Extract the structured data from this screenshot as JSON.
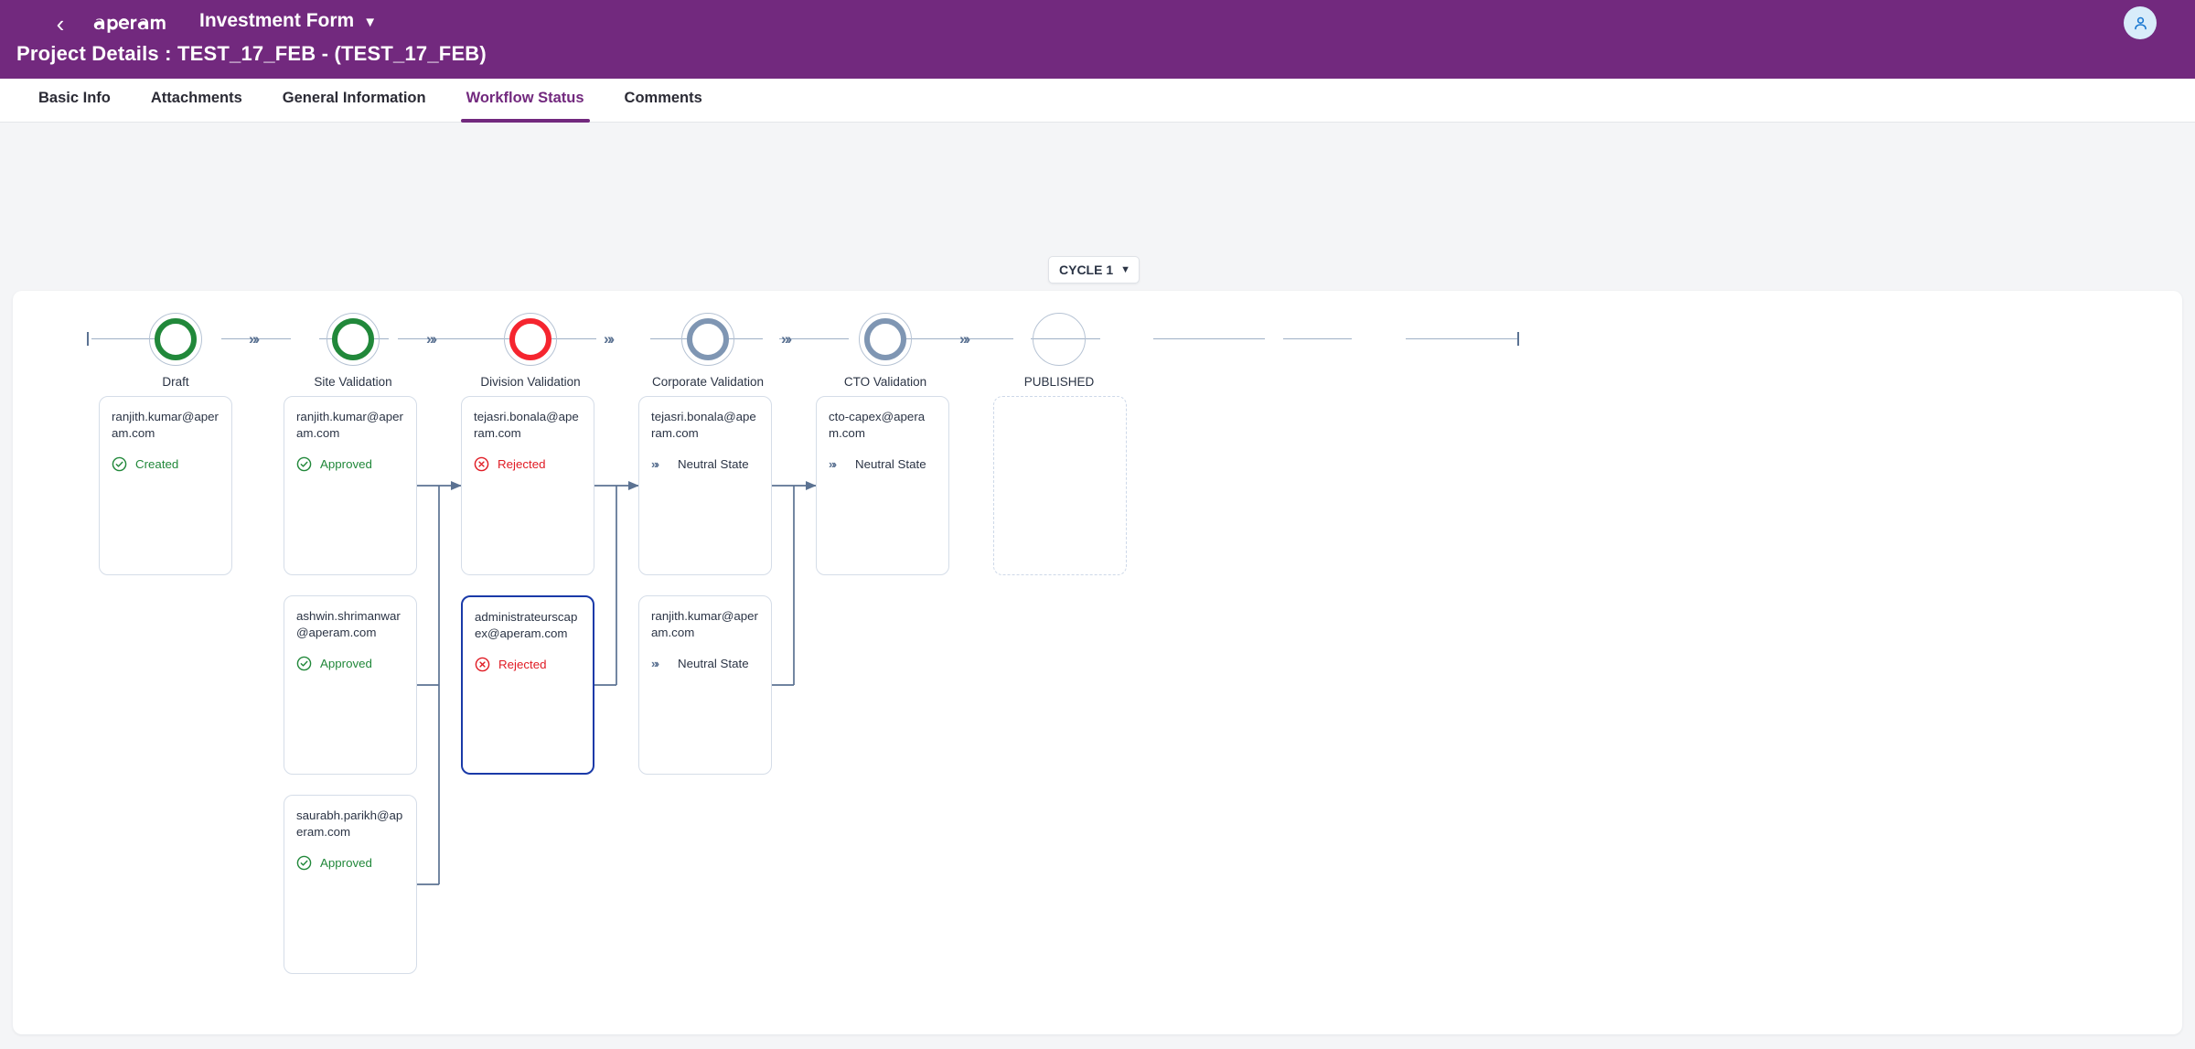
{
  "header": {
    "back_icon": "chevron-left-icon",
    "logo_text": "aperam",
    "form_name": "Investment Form",
    "form_chevron": "chevron-down-icon",
    "avatar_icon": "user-avatar-icon",
    "project_title": "Project Details : TEST_17_FEB - (TEST_17_FEB)",
    "background": "#72297e"
  },
  "tabs": [
    {
      "label": "Basic Info",
      "active": false
    },
    {
      "label": "Attachments",
      "active": false
    },
    {
      "label": "General Information",
      "active": false
    },
    {
      "label": "Workflow Status",
      "active": true
    },
    {
      "label": "Comments",
      "active": false
    }
  ],
  "cycle": {
    "label": "CYCLE 1",
    "chevron": "chevron-down-icon"
  },
  "stepper": {
    "steps": [
      {
        "label": "Draft",
        "state": "green",
        "color": "#21883a"
      },
      {
        "label": "Site Validation",
        "state": "green",
        "color": "#21883a"
      },
      {
        "label": "Division Validation",
        "state": "red",
        "color": "#f5252f"
      },
      {
        "label": "Corporate Validation",
        "state": "slate",
        "color": "#7f96b3"
      },
      {
        "label": "CTO Validation",
        "state": "slate",
        "color": "#7f96b3"
      },
      {
        "label": "PUBLISHED",
        "state": "empty",
        "color": "#ffffff"
      }
    ],
    "connector_arrow": "chevron-triple-right-icon",
    "line_color": "#9fb0c6"
  },
  "cards": [
    {
      "id": "c1",
      "email": "ranjith.kumar@aperam.com",
      "status": "Created",
      "status_type": "created",
      "icon": "check-circle-icon",
      "selected": false,
      "stacked": false,
      "empty": false
    },
    {
      "id": "c2",
      "email": "ranjith.kumar@aperam.com",
      "status": "Approved",
      "status_type": "approved",
      "icon": "check-circle-icon",
      "selected": false,
      "stacked": false,
      "empty": false
    },
    {
      "id": "c3",
      "email": "tejasri.bonala@aperam.com",
      "status": "Rejected",
      "status_type": "rejected",
      "icon": "x-circle-icon",
      "selected": false,
      "stacked": false,
      "empty": false
    },
    {
      "id": "c4",
      "email": "tejasri.bonala@aperam.com",
      "status": "Neutral State",
      "status_type": "neutral",
      "icon": "chevron-triple-right-icon",
      "selected": false,
      "stacked": false,
      "empty": false
    },
    {
      "id": "c5",
      "email": "cto-capex@aperam.com",
      "status": "Neutral State",
      "status_type": "neutral",
      "icon": "chevron-triple-right-icon",
      "selected": false,
      "stacked": true,
      "empty": false
    },
    {
      "id": "c6",
      "email": "",
      "status": "",
      "status_type": "none",
      "icon": "",
      "selected": false,
      "stacked": false,
      "empty": true
    },
    {
      "id": "c7",
      "email": "ashwin.shrimanwar@aperam.com",
      "status": "Approved",
      "status_type": "approved",
      "icon": "check-circle-icon",
      "selected": false,
      "stacked": false,
      "empty": false
    },
    {
      "id": "c8",
      "email": "administrateurscapex@aperam.com",
      "status": "Rejected",
      "status_type": "rejected",
      "icon": "x-circle-icon",
      "selected": true,
      "stacked": true,
      "empty": false
    },
    {
      "id": "c9",
      "email": "ranjith.kumar@aperam.com",
      "status": "Neutral State",
      "status_type": "neutral",
      "icon": "chevron-triple-right-icon",
      "selected": false,
      "stacked": false,
      "empty": false
    },
    {
      "id": "c10",
      "email": "saurabh.parikh@aperam.com",
      "status": "Approved",
      "status_type": "approved",
      "icon": "check-circle-icon",
      "selected": false,
      "stacked": false,
      "empty": false
    }
  ],
  "colors": {
    "brand_purple": "#72297e",
    "approved_green": "#21883a",
    "rejected_red": "#e01b24",
    "ring_red": "#f5252f",
    "slate": "#5b7292",
    "card_border": "#d5dde8",
    "selected_border": "#1a3aa8",
    "page_bg": "#f4f5f7"
  }
}
